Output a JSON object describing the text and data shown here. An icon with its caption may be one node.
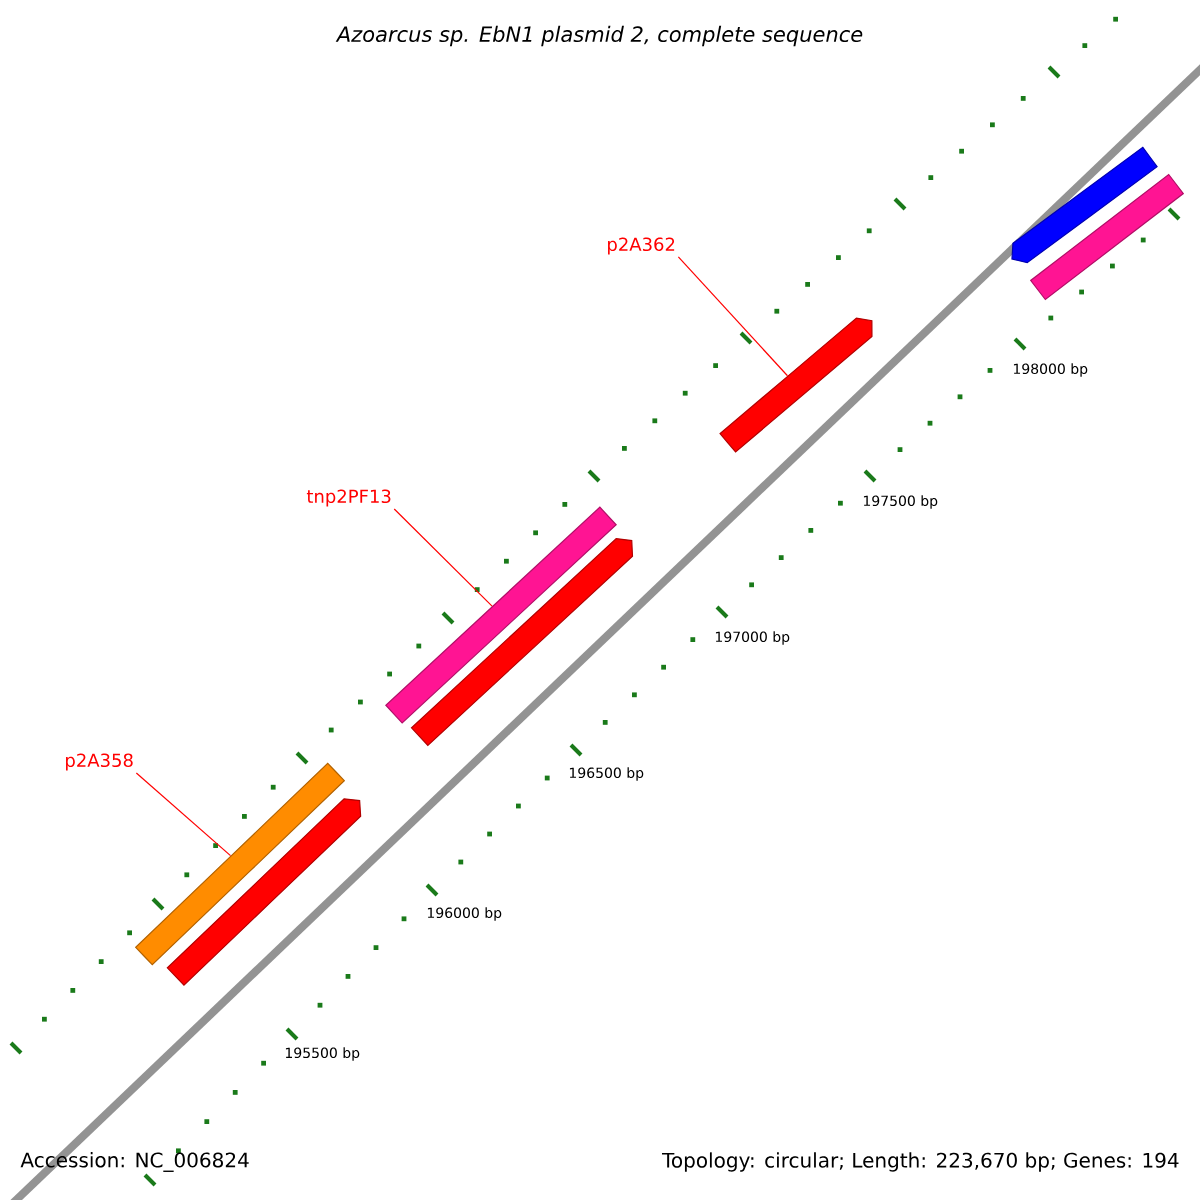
{
  "diagram": {
    "title": "Azoarcus sp. EbN1 plasmid 2, complete sequence",
    "nodes": [
      {
        "text": [
          "p2A358"
        ]
      },
      {
        "text": [],
        "shape": "bar"
      },
      {
        "text": [],
        "shape": "bar"
      },
      {
        "text": [
          "tnp2PF13"
        ]
      },
      {
        "text": [],
        "shape": "bar"
      },
      {
        "text": [],
        "shape": "bar"
      },
      {
        "text": [
          "p2A362"
        ]
      },
      {
        "text": [],
        "shape": "bar"
      },
      {
        "text": [],
        "shape": "bar"
      },
      {
        "text": [],
        "shape": "bar"
      }
    ],
    "edges": [
      {
        "from": 0,
        "to": 1,
        "arrow": "none"
      },
      {
        "from": 3,
        "to": 4,
        "arrow": "none"
      },
      {
        "from": 6,
        "to": 7,
        "arrow": "none"
      }
    ],
    "labels": [
      "198000 bp",
      "197500 bp",
      "197000 bp",
      "196500 bp",
      "196000 bp",
      "195500 bp",
      "Accession: NC_006824",
      "Topology: circular; Length: 223,670 bp; Genes: 194"
    ]
  }
}
